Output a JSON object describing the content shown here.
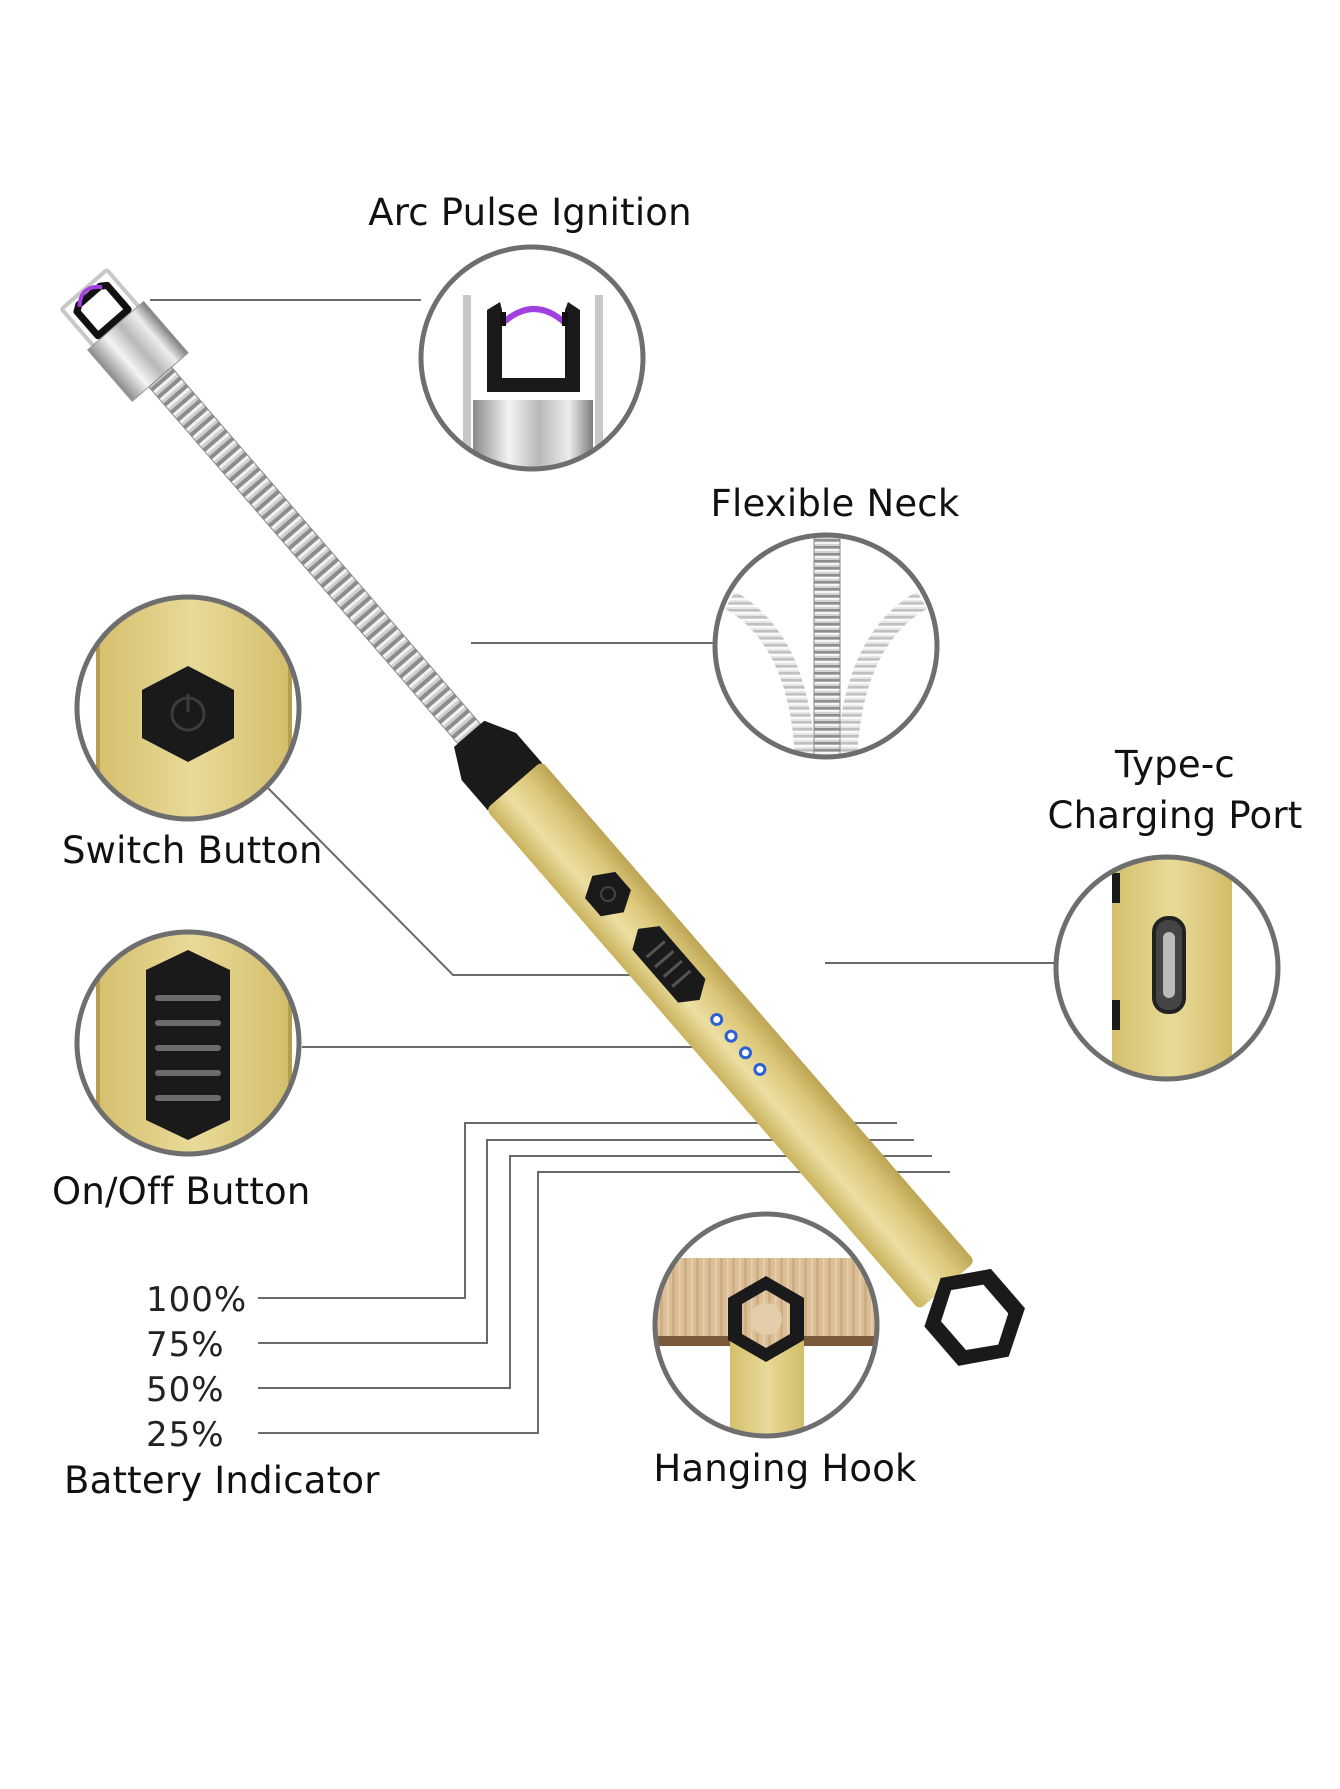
{
  "labels": {
    "arc_pulse_ignition": "Arc Pulse Ignition",
    "flexible_neck": "Flexible Neck",
    "switch_button": "Switch Button",
    "type_c_line1": "Type-c",
    "type_c_line2": "Charging Port",
    "on_off_button": "On/Off Button",
    "hanging_hook": "Hanging Hook",
    "battery_indicator": "Battery Indicator"
  },
  "battery_levels": [
    "100%",
    "75%",
    "50%",
    "25%"
  ],
  "colors": {
    "gold_body": "#ddc878",
    "gold_light": "#eadb98",
    "black_parts": "#1a1a1a",
    "arc_purple": "#a040e0",
    "indicator_blue": "#2a5fd6",
    "callout_line": "#6a6a6a",
    "circle_outline": "#6e6e6e",
    "wood": "#d8ba90"
  }
}
